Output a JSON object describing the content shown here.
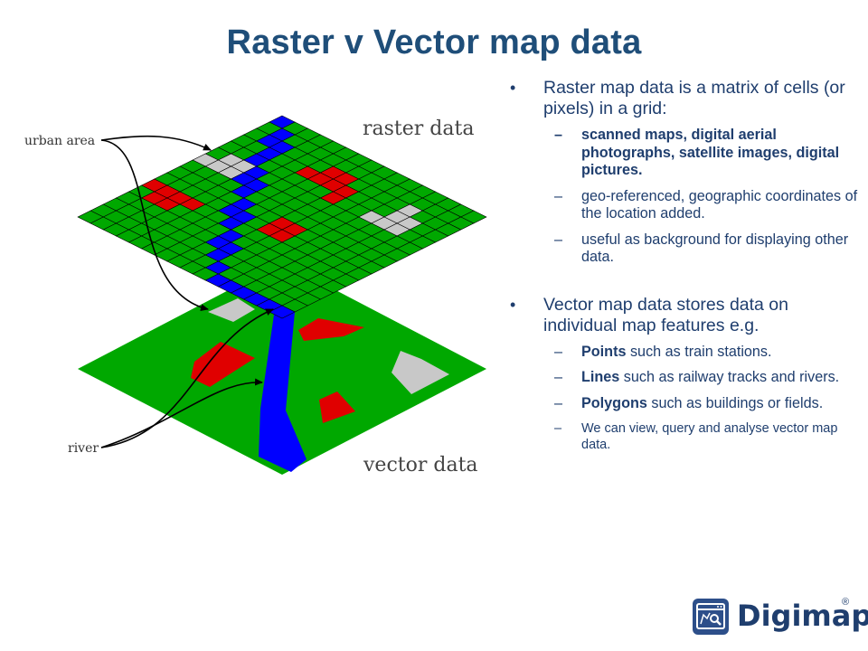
{
  "slide": {
    "title": "Raster v Vector map data"
  },
  "diagram": {
    "labels": {
      "raster": "raster data",
      "vector": "vector data",
      "urban": "urban area",
      "river": "river"
    },
    "colors": {
      "land": "#00a800",
      "water": "#0000ff",
      "urban": "#c8c8c8",
      "feature": "#e00000",
      "grid": "#000000"
    }
  },
  "bullets": [
    {
      "text": "Raster map data is a matrix of cells (or pixels) in a grid:",
      "subs": [
        {
          "text": "scanned maps, digital aerial photographs, satellite images, digital pictures."
        },
        {
          "text": "geo-referenced, geographic coordinates of the location added."
        },
        {
          "text": "useful as background for displaying other data."
        }
      ]
    },
    {
      "text": "Vector map data stores data on individual map features e.g.",
      "subs": [
        {
          "bold": "Points",
          "rest": " such as train stations."
        },
        {
          "bold": "Lines",
          "rest": " such as railway tracks and rivers."
        },
        {
          "bold": "Polygons",
          "rest": " such as buildings or fields."
        },
        {
          "text": "We can view, query and analyse vector map data."
        }
      ]
    }
  ],
  "logo": {
    "name": "Digimap",
    "registered": "®"
  }
}
